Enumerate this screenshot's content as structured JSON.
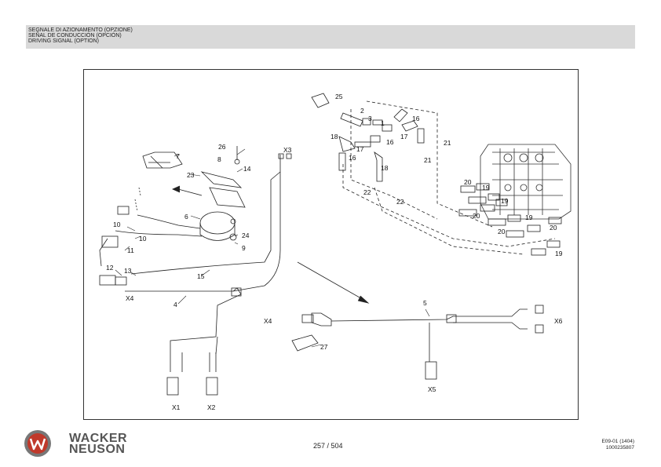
{
  "header": {
    "line1": "SEGNALE DI AZIONAMENTO (OPZIONE)",
    "line2": "SEÑAL DE CONDUCCIÓN (OPCIÓN)",
    "line3": "DRIVING SIGNAL (OPTION)"
  },
  "diagram": {
    "callouts": [
      "25",
      "2",
      "3",
      "1",
      "16",
      "17",
      "16",
      "21",
      "18",
      "17",
      "16",
      "18",
      "21",
      "22",
      "22",
      "20",
      "19",
      "20",
      "19",
      "20",
      "19",
      "20",
      "19",
      "7",
      "26",
      "8",
      "23",
      "14",
      "6",
      "24",
      "9",
      "10",
      "10",
      "11",
      "12",
      "13",
      "15",
      "X4",
      "4",
      "X3",
      "5",
      "X4",
      "27",
      "X6",
      "X5",
      "X1",
      "X2"
    ]
  },
  "footer": {
    "brand_line1": "WACKER",
    "brand_line2": "NEUSON",
    "page": "257 / 504",
    "code_line1": "E09-01 (1404)",
    "code_line2": "1000235807"
  }
}
